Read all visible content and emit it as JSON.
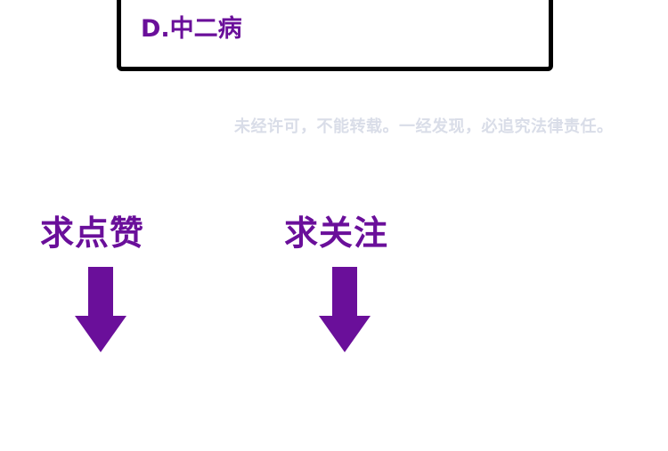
{
  "colors": {
    "accent": "#6a0f9a",
    "watermark": "#d9dde8",
    "border": "#000000"
  },
  "answer_box": {
    "option": "D.中二病"
  },
  "watermark": "未经许可，不能转载。一经发现，必追究法律责任。",
  "cta": {
    "like": {
      "label": "求点赞",
      "icon": "arrow-down-icon"
    },
    "follow": {
      "label": "求关注",
      "icon": "arrow-down-icon"
    }
  }
}
